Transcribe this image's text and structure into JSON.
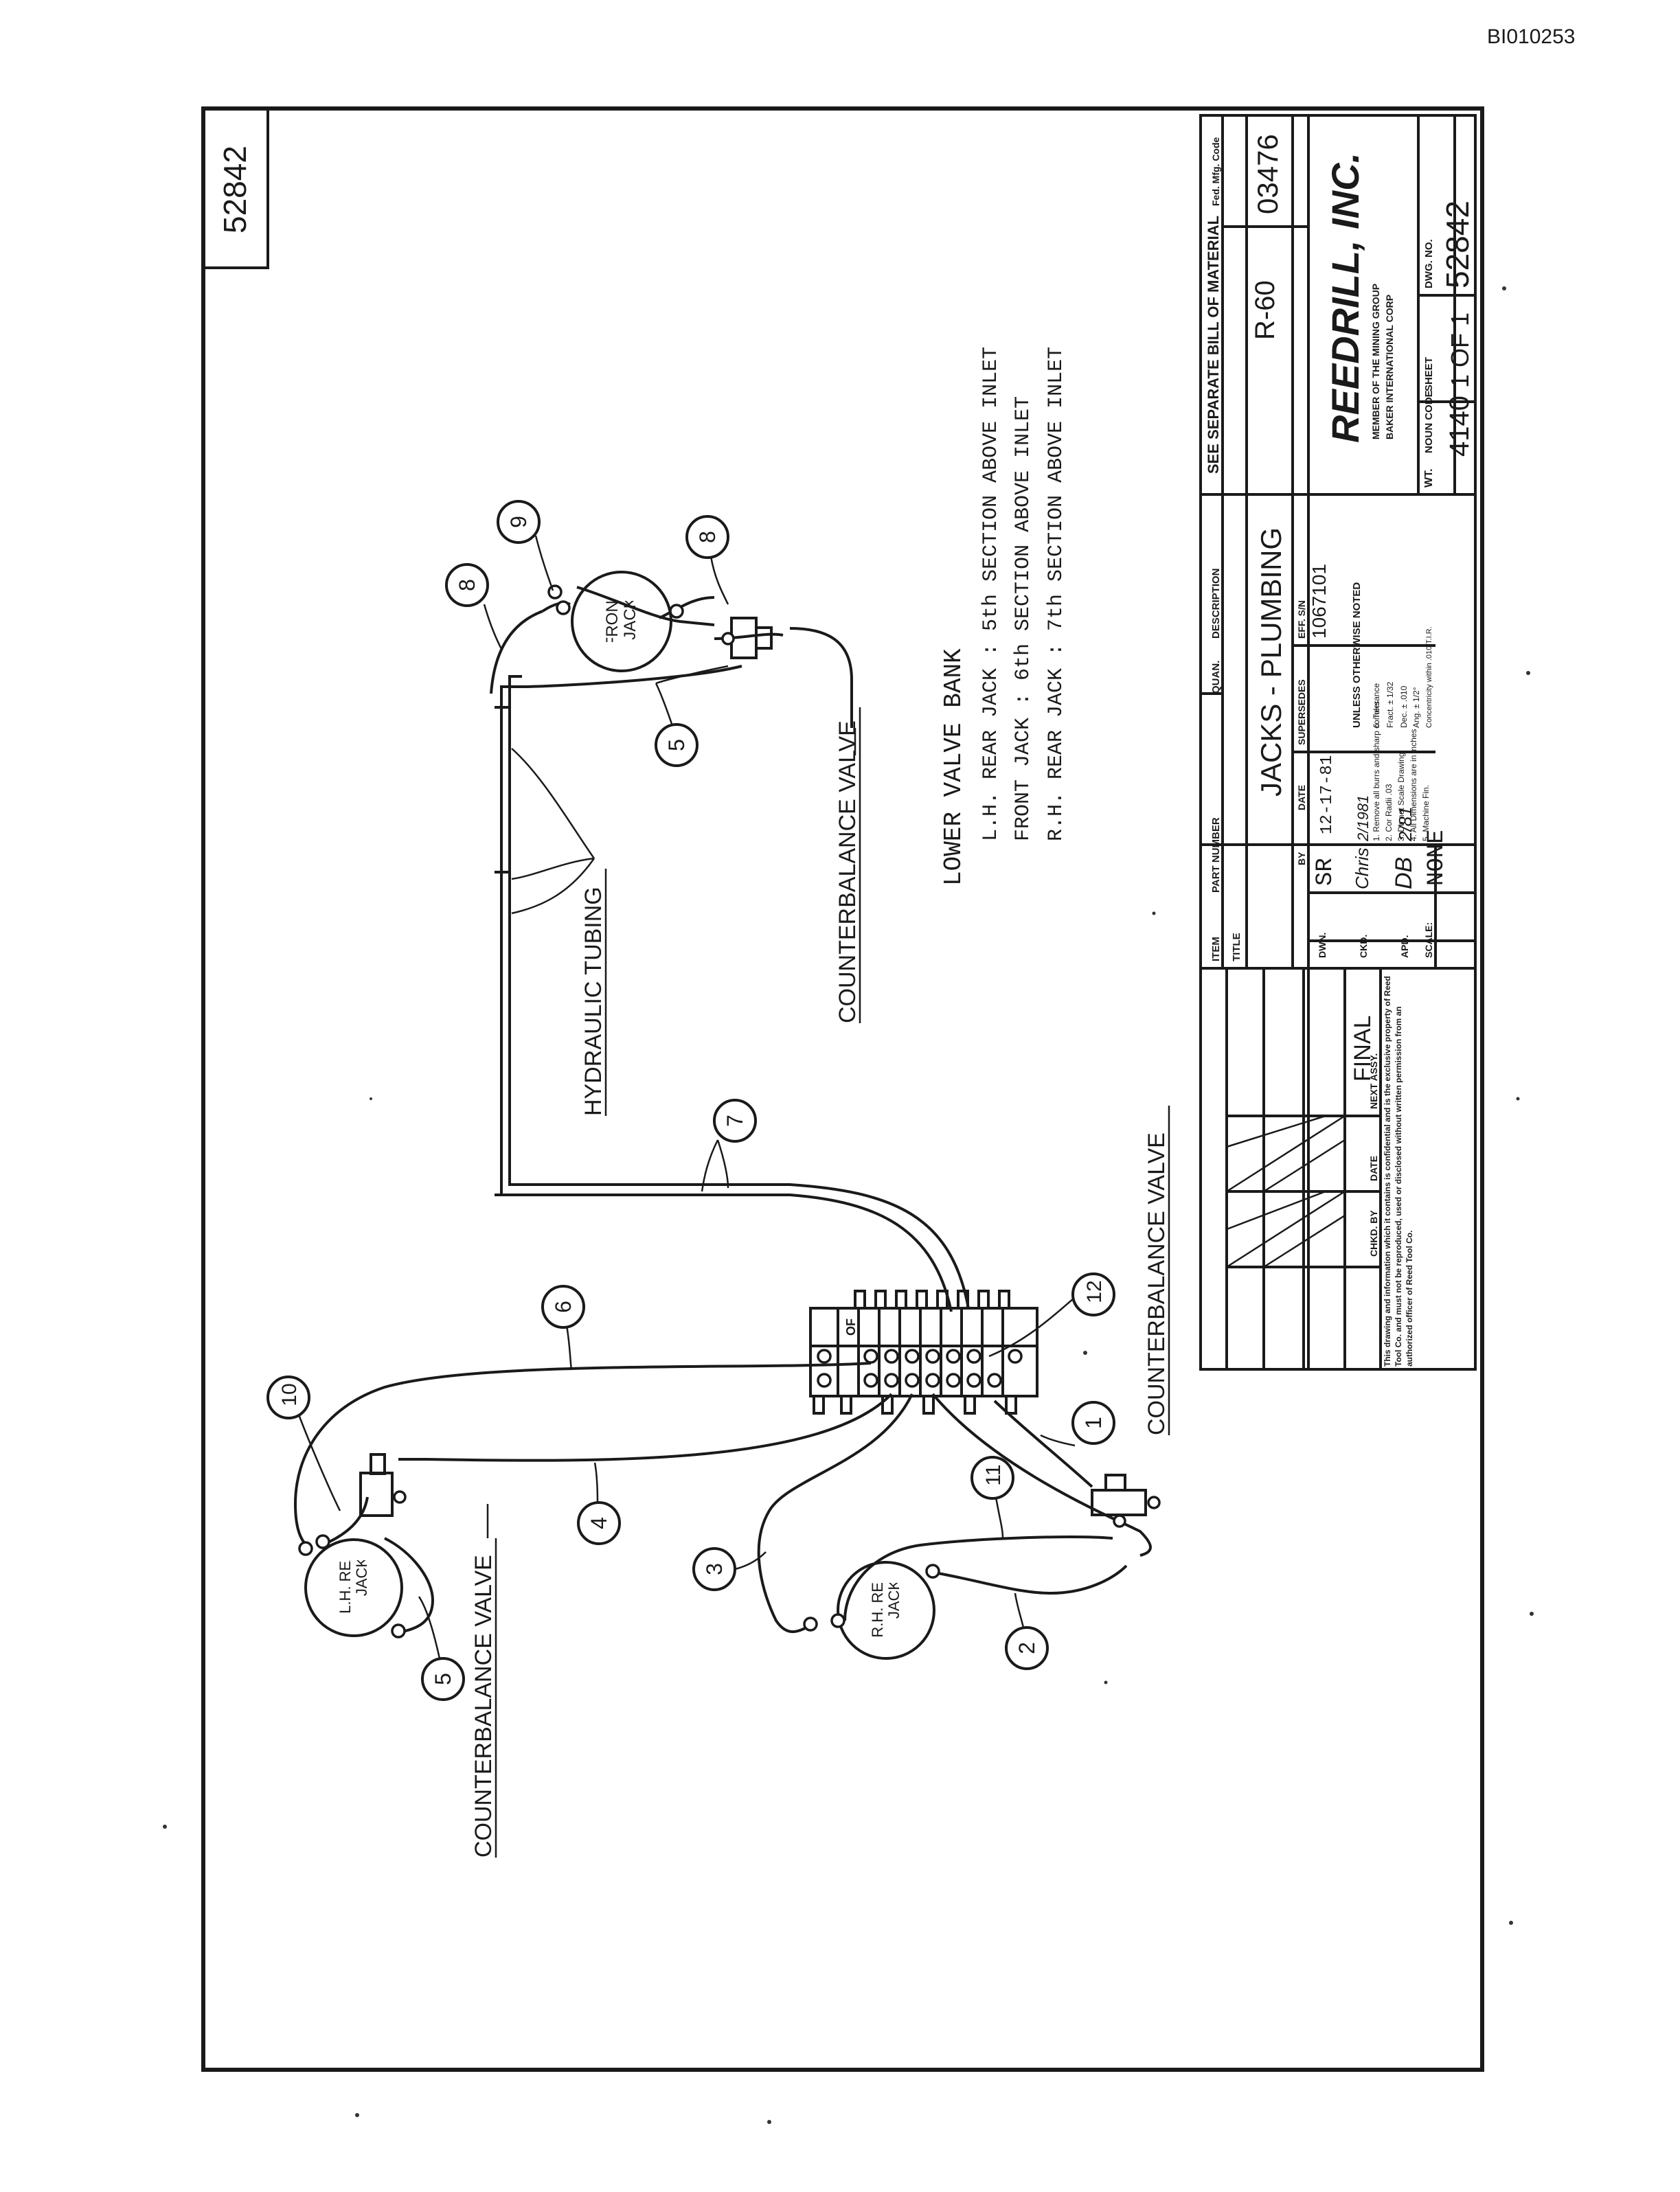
{
  "header": {
    "doc_number": "BI010253",
    "corner_dwg_number": "52842"
  },
  "components": {
    "front_jack": "FRONT JACK",
    "lh_rear_jack": "L.H. REAR JACK",
    "rh_rear_jack": "R.H. REAR JACK",
    "counterbalance_valve": "COUNTERBALANCE VALVE",
    "hydraulic_tubing": "HYDRAULIC TUBING"
  },
  "item_numbers": [
    "1",
    "2",
    "3",
    "4",
    "5",
    "6",
    "7",
    "8",
    "9",
    "10",
    "11",
    "12"
  ],
  "valve_bank_label": "OF",
  "valve_bank_note": {
    "title": "LOWER VALVE BANK",
    "lines": [
      "L.H. REAR JACK : 5th SECTION ABOVE INLET",
      "FRONT JACK : 6th SECTION ABOVE INLET",
      "R.H. REAR JACK : 7th SECTION ABOVE INLET"
    ]
  },
  "title_block": {
    "bom_note": "SEE SEPARATE BILL OF MATERIAL",
    "col_item": "ITEM",
    "col_part_number": "PART NUMBER",
    "col_quan": "QUAN.",
    "col_description": "DESCRIPTION",
    "fed_mfg_code_label": "Fed. Mfg. Code",
    "fed_mfg_code": "03476",
    "title_label": "TITLE",
    "title": "JACKS - PLUMBING",
    "model": "R-60",
    "company": "REEDRILL, INC.",
    "company_sub_1": "MEMBER OF THE MINING GROUP",
    "company_sub_2": "BAKER INTERNATIONAL CORP",
    "by_label": "BY",
    "date_label": "DATE",
    "supersedes_label": "SUPERSEDES",
    "eff_sn_label": "EFF. S/N",
    "eff_sn": "1067101",
    "dwn_label": "DWN.",
    "dwn_by": "SR",
    "dwn_date": "12-17-81",
    "ckd_label": "CKD.",
    "ckd_by": "Chris",
    "ckd_date": "2/1981",
    "apd_label": "APD.",
    "apd_by": "DB",
    "apd_date": "2/81",
    "scale_label": "SCALE:",
    "scale": "NONE",
    "unless_noted": "UNLESS OTHERWISE NOTED",
    "notes": [
      "1. Remove all burrs and sharp corners",
      "2. Cor Radii .03",
      "3. Do not Scale Drawing",
      "4. All Dimensions are in inches",
      "5. Machine Fin."
    ],
    "tolerance_label": "6. Tolerance",
    "tolerances": [
      "Fract. ± 1/32",
      "Dec. ± .010",
      "Ang. ± 1/2°",
      "Concentricity within .010 T.I.R."
    ],
    "wt_label": "WT.",
    "noun_code_label": "NOUN CODE",
    "noun_code": "4140",
    "sheet_label": "SHEET",
    "sheet": "1 OF 1",
    "dwg_no_label": "DWG. NO.",
    "dwg_no": "52842",
    "revision": "FINAL",
    "next_assy_label": "NEXT ASSY.",
    "chkd_by_label": "CHKD. BY",
    "rev_date_label": "DATE",
    "confidential": "This drawing and information which it contains is confidential and is the exclusive property of Reed Tool Co. and must not be reproduced, used or disclosed without written permission from an authorized officer of Reed Tool Co."
  }
}
